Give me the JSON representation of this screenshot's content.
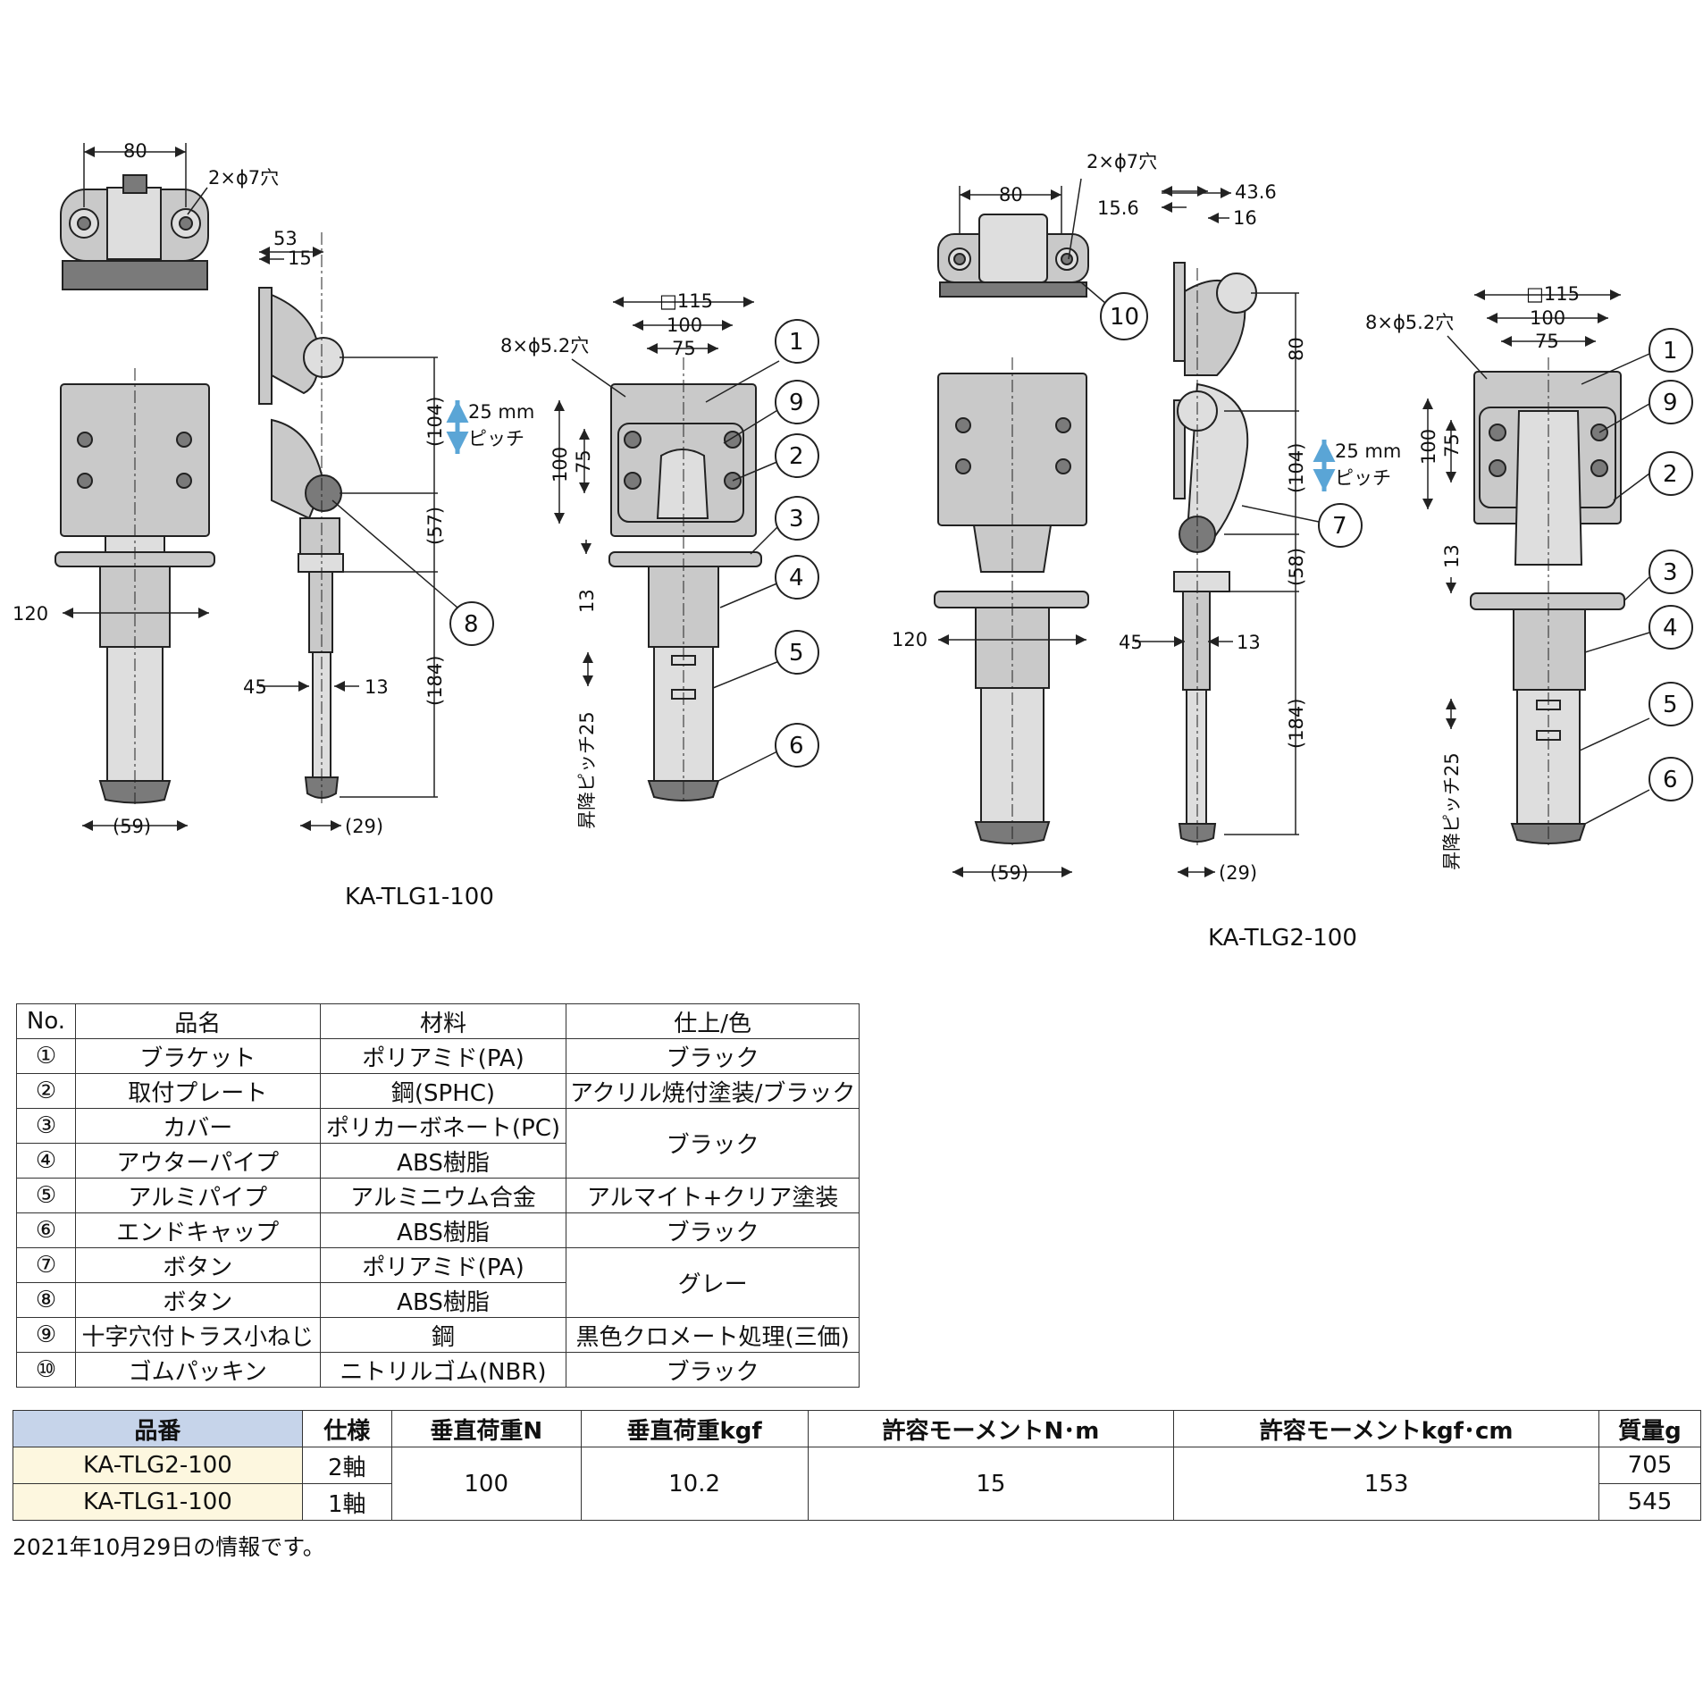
{
  "models": {
    "left": "KA-TLG1-100",
    "right": "KA-TLG2-100"
  },
  "dims": {
    "w80": "80",
    "hole2": "2×ϕ7穴",
    "d53": "53",
    "d15": "15",
    "sq115": "□115",
    "d100": "100",
    "d75": "75",
    "hole8": "8×ϕ5.2穴",
    "pitch_mm": "25 mm",
    "pitch_jp": "ピッチ",
    "p104": "(104)",
    "p57": "(57)",
    "p58": "(58)",
    "p184": "(184)",
    "w120": "120",
    "d45": "45",
    "d13": "13",
    "w59": "(59)",
    "w29": "(29)",
    "h100": "100",
    "h75": "75",
    "lift": "昇降ピッチ25",
    "d15_6": "15.6",
    "d43_6": "43.6",
    "d16": "16",
    "h80": "80"
  },
  "callouts": [
    "1",
    "2",
    "3",
    "4",
    "5",
    "6",
    "7",
    "8",
    "9",
    "10"
  ],
  "parts_table": {
    "headers": [
      "No.",
      "品名",
      "材料",
      "仕上/色"
    ],
    "rows": [
      {
        "no": "①",
        "name": "ブラケット",
        "material": "ポリアミド(PA)",
        "finish": "ブラック"
      },
      {
        "no": "②",
        "name": "取付プレート",
        "material": "鋼(SPHC)",
        "finish": "アクリル焼付塗装/ブラック"
      },
      {
        "no": "③",
        "name": "カバー",
        "material": "ポリカーボネート(PC)",
        "finish": "ブラック"
      },
      {
        "no": "④",
        "name": "アウターパイプ",
        "material": "ABS樹脂"
      },
      {
        "no": "⑤",
        "name": "アルミパイプ",
        "material": "アルミニウム合金",
        "finish": "アルマイト+クリア塗装"
      },
      {
        "no": "⑥",
        "name": "エンドキャップ",
        "material": "ABS樹脂",
        "finish": "ブラック"
      },
      {
        "no": "⑦",
        "name": "ボタン",
        "material": "ポリアミド(PA)",
        "finish": "グレー"
      },
      {
        "no": "⑧",
        "name": "ボタン",
        "material": "ABS樹脂"
      },
      {
        "no": "⑨",
        "name": "十字穴付トラス小ねじ",
        "material": "鋼",
        "finish": "黒色クロメート処理(三価)"
      },
      {
        "no": "⑩",
        "name": "ゴムパッキン",
        "material": "ニトリルゴム(NBR)",
        "finish": "ブラック"
      }
    ]
  },
  "spec_table": {
    "headers": [
      "品番",
      "仕様",
      "垂直荷重N",
      "垂直荷重kgf",
      "許容モーメントN･m",
      "許容モーメントkgf･cm",
      "質量g"
    ],
    "rows": [
      {
        "part": "KA-TLG2-100",
        "spec": "2軸",
        "mass": "705"
      },
      {
        "part": "KA-TLG1-100",
        "spec": "1軸",
        "mass": "545"
      }
    ],
    "shared": {
      "load_n": "100",
      "load_kgf": "10.2",
      "moment_nm": "15",
      "moment_kgfcm": "153"
    }
  },
  "note": "2021年10月29日の情報です。",
  "colors": {
    "header_blue": "#c6d4ea",
    "part_cell": "#fdf7df",
    "arrow_blue": "#5aa5d6"
  }
}
